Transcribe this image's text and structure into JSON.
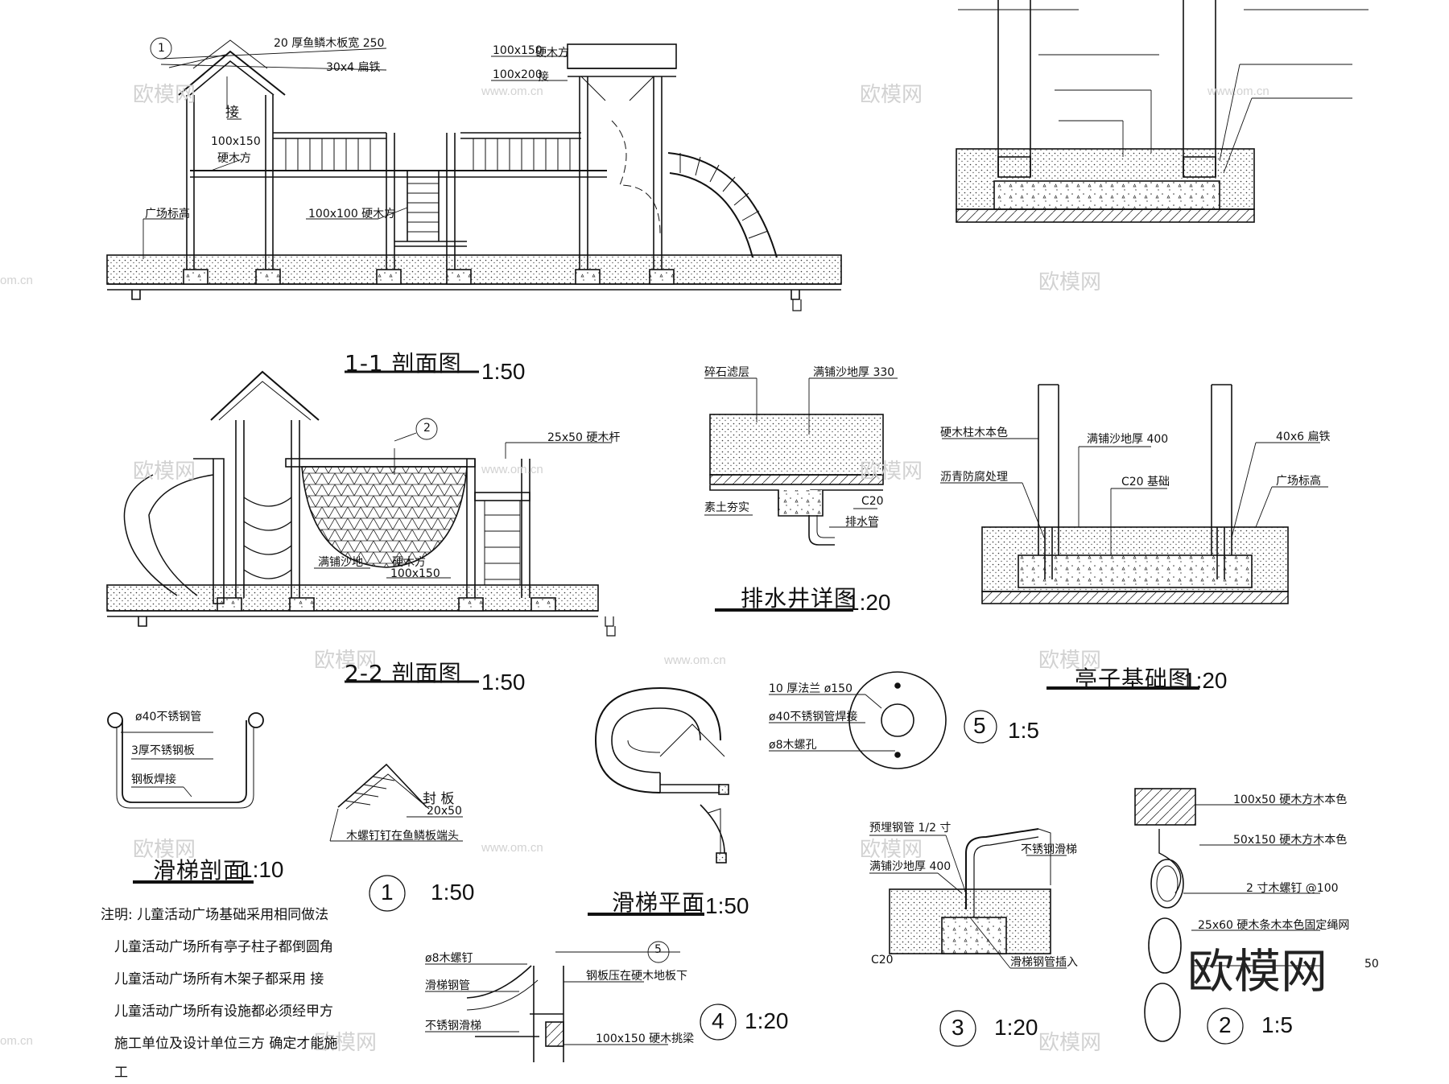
{
  "watermark": {
    "brand": "欧模网",
    "url": "www.om.cn",
    "url_short": "om.cn",
    "corner": "欧模网"
  },
  "section_1_1": {
    "title": "1-1   剖面图",
    "scale": "1:50",
    "labels": {
      "fish_scale": "20 厚鱼鳞木板宽  250",
      "flat_iron": "30x4  扁铁",
      "joint": "接",
      "hardwood_square": "100x150",
      "hardwood_square_2": "硬木方",
      "plaza_level": "广场标高",
      "hardwood_100x100": "100x100 硬木方",
      "top_100x150": "100x150",
      "top_100x150_b": "硬木方",
      "top_100x200": "100x200",
      "top_100x200_b": "接",
      "callout": "1"
    }
  },
  "section_2_2": {
    "title": "2-2   剖面图",
    "scale": "1:50",
    "labels": {
      "rod": "25x50  硬木杆",
      "sand_pit": "满铺沙地",
      "hardwood": "硬木方",
      "hardwood_size": "100x150",
      "callout": "2"
    }
  },
  "drain_detail": {
    "title": "排水井详图",
    "scale": "1:20",
    "labels": {
      "gravel": "碎石滤层",
      "sand": "满铺沙地厚  330",
      "compacted": "素土夯实",
      "c20": "C20",
      "pipe": "排水管"
    }
  },
  "pavilion_foundation": {
    "title": "亭子基础图",
    "scale": "1:20",
    "labels": {
      "column": "硬木柱木本色",
      "sand": "满铺沙地厚 400",
      "iron": "40x6 扁铁",
      "asphalt": "沥青防腐处理",
      "c20": "C20  基础",
      "plaza": "广场标高"
    }
  },
  "slide_section": {
    "title": "滑梯剖面",
    "scale": "1:10",
    "labels": {
      "tube": "ø40不锈钢管",
      "plate": "3厚不锈钢板",
      "weld": "钢板焊接"
    }
  },
  "detail_1": {
    "num": "1",
    "scale": "1:50",
    "labels": {
      "cover": "封 板",
      "size": "20x50",
      "screw": "木螺钉钉在鱼鳞板端头"
    }
  },
  "slide_plan": {
    "title": "滑梯平面",
    "scale": "1:50"
  },
  "detail_5": {
    "num": "5",
    "scale": "1:5",
    "labels": {
      "flange": "10 厚法兰  ø150",
      "tube": "ø40不锈钢管焊接",
      "hole": "ø8木螺孔"
    }
  },
  "detail_4": {
    "num": "4",
    "scale": "1:20",
    "labels": {
      "screw": "ø8木螺钉",
      "pipe": "滑梯钢管",
      "slide": "不锈钢滑梯",
      "plate": "钢板压在硬木地板下",
      "beam": "100x150   硬木挑梁",
      "ref": "5"
    }
  },
  "detail_3": {
    "num": "3",
    "scale": "1:20",
    "labels": {
      "embed": "预埋钢管 1/2 寸",
      "sand": "满铺沙地厚  400",
      "slide": "不锈钢滑梯",
      "c20": "C20",
      "insert": "滑梯钢管插入"
    }
  },
  "detail_2": {
    "num": "2",
    "scale": "1:5",
    "labels": {
      "a": "100x50   硬木方木本色",
      "b": "50x150   硬木方木本色",
      "c": "2 寸木螺钉   @100",
      "d": "25x60   硬木条木本色固定绳网",
      "e": "50"
    }
  },
  "notes": {
    "lines": [
      "注明:   儿童活动广场基础采用相同做法",
      "儿童活动广场所有亭子柱子都倒圆角",
      "儿童活动广场所有木架子都采用  接",
      "儿童活动广场所有设施都必须经甲方",
      "施工单位及设计单位三方     确定才能施",
      "工"
    ]
  }
}
